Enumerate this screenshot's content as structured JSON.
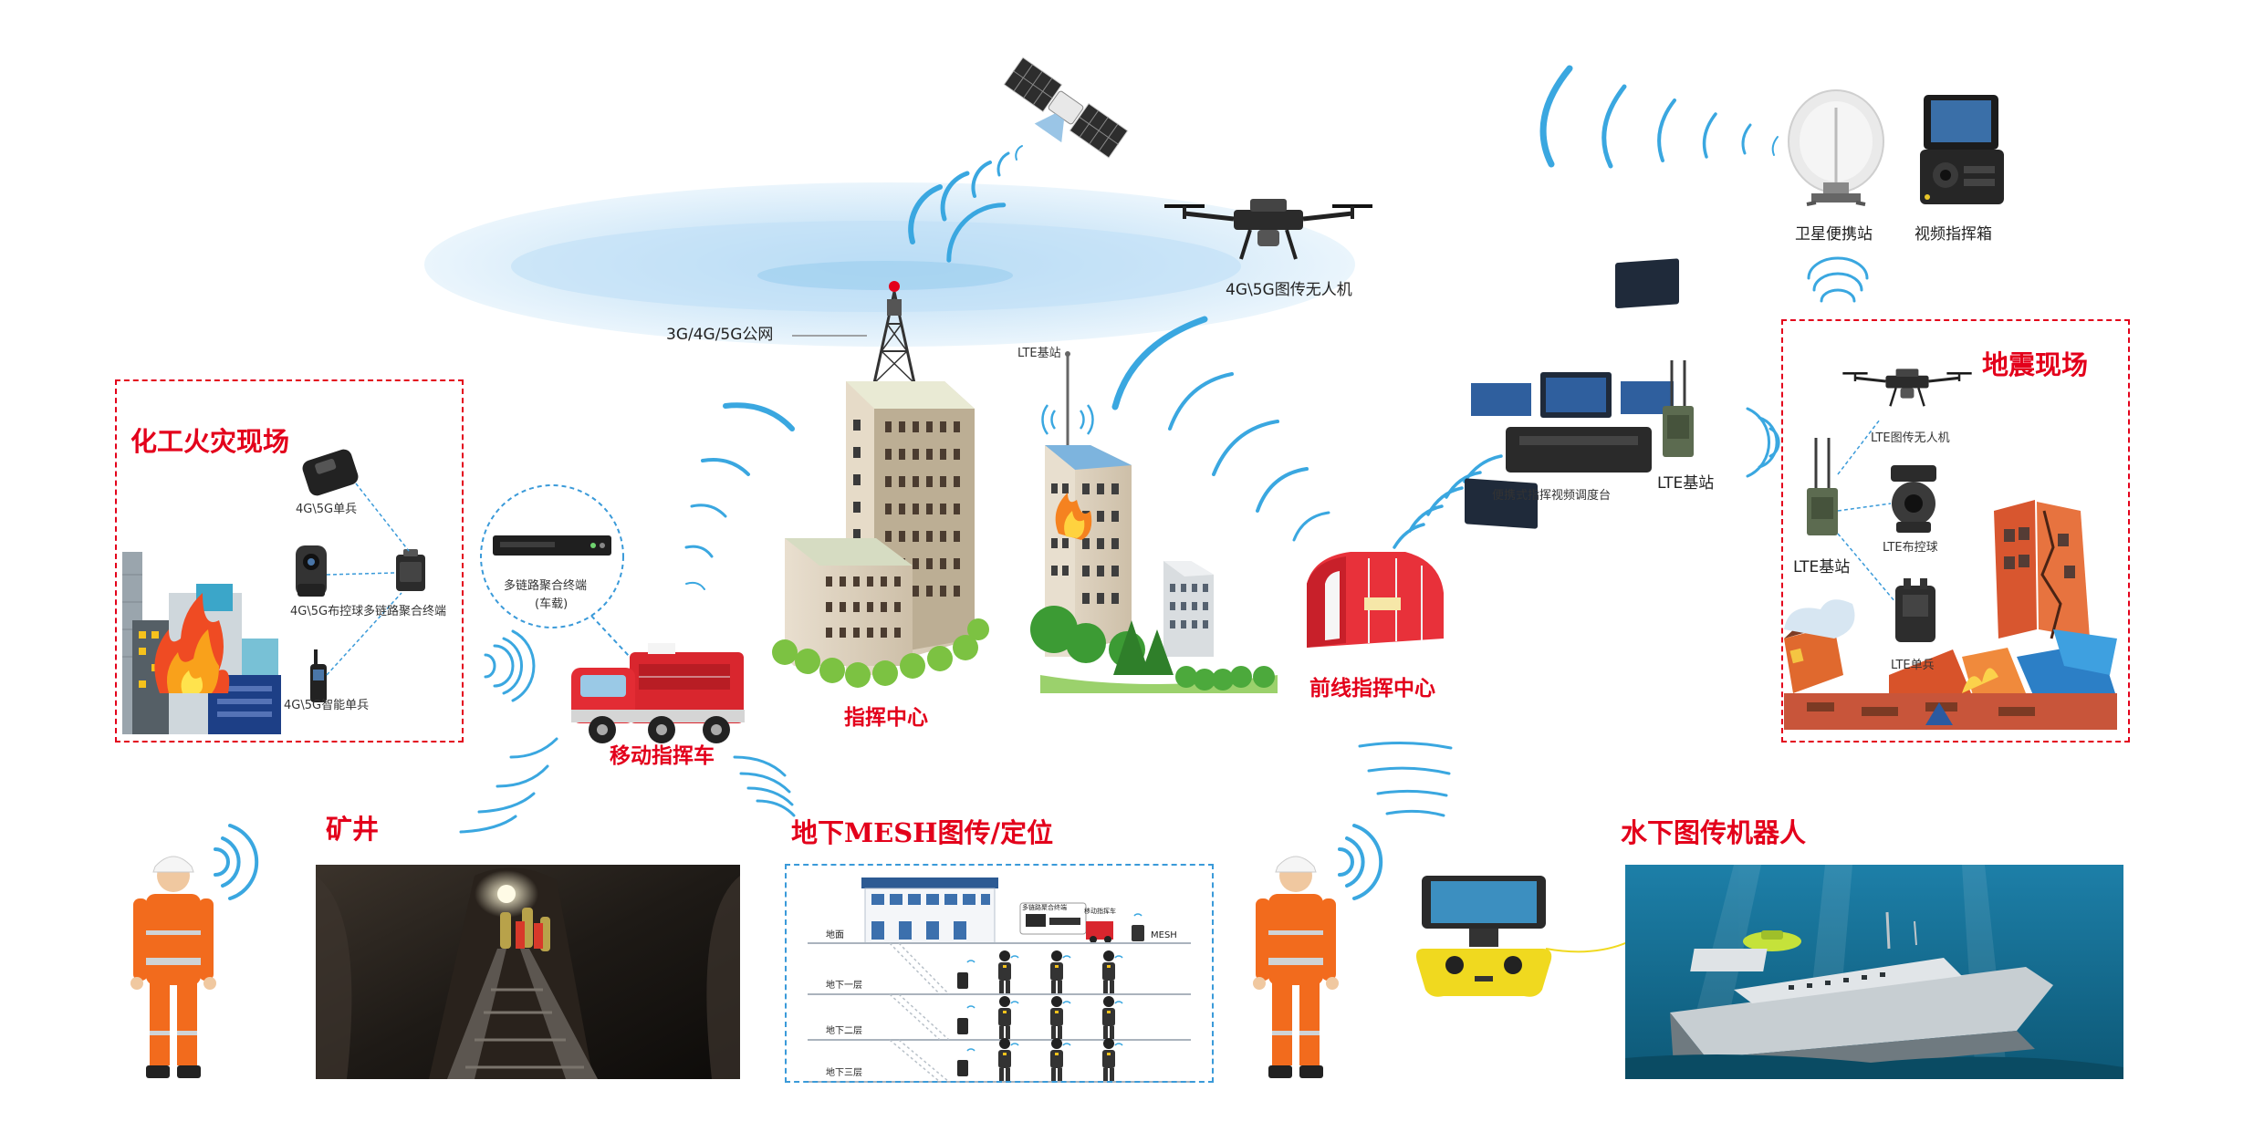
{
  "network": {
    "public_net": "3G/4G/5G公网",
    "lte_station_top": "LTE基站",
    "drone_5g": "4G\\5G图传无人机"
  },
  "center": {
    "command_center": "指挥中心",
    "frontline_center": "前线指挥中心",
    "mobile_vehicle": "移动指挥车",
    "multilink_terminal": "多链路聚合终端",
    "multilink_terminal_sub": "(车载)"
  },
  "chemical_fire": {
    "title": "化工火灾现场",
    "single_soldier": "4G\\5G单兵",
    "ptz_ball": "4G\\5G布控球",
    "multilink_terminal": "多链路聚合终端",
    "smart_soldier": "4G\\5G智能单兵"
  },
  "portable": {
    "console": "便携式指挥视频调度台",
    "lte_station": "LTE基站",
    "sat_station": "卫星便携站",
    "video_box": "视频指挥箱"
  },
  "earthquake": {
    "title": "地震现场",
    "lte_drone": "LTE图传无人机",
    "lte_station": "LTE基站",
    "lte_ptz": "LTE布控球",
    "lte_soldier": "LTE单兵"
  },
  "bottom": {
    "mine": "矿井",
    "mesh_title": "地下MESH图传/定位",
    "underwater": "水下图传机器人",
    "mesh": {
      "ground": "地面",
      "b1": "地下一层",
      "b2": "地下二层",
      "b3": "地下三层",
      "terminal_label": "MESH",
      "box_label_1": "多链路聚合终端",
      "box_label_2": "移动指挥车"
    }
  },
  "colors": {
    "accent_red": "#e3001b",
    "wave_blue": "#3aa7e0",
    "dash_blue": "#3a9ad9"
  }
}
